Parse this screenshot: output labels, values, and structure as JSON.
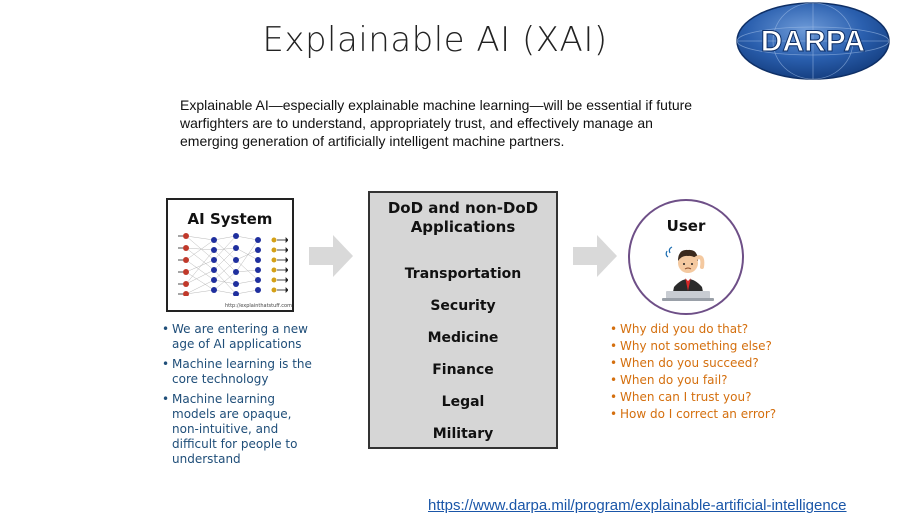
{
  "slide": {
    "title": "Explainable AI (XAI)",
    "logo_text": "DARPA",
    "intro": "Explainable AI—especially explainable machine learning—will be essential if future warfighters are to understand, appropriately trust, and effectively manage an emerging generation of artificially intelligent machine partners.",
    "link": "https://www.darpa.mil/program/explainable-artificial-intelligence"
  },
  "ai_system": {
    "title": "AI System",
    "credit": "http://explainthatstuff.com",
    "bullets": [
      "We are entering a new age of AI applications",
      "Machine learning is the core technology",
      "Machine learning models are opaque, non-intuitive, and difficult for people to understand"
    ]
  },
  "applications": {
    "title_line1": "DoD and non-DoD",
    "title_line2": "Applications",
    "items": [
      "Transportation",
      "Security",
      "Medicine",
      "Finance",
      "Legal",
      "Military"
    ]
  },
  "user": {
    "title": "User",
    "questions": [
      "Why did you do that?",
      "Why not something else?",
      "When do you succeed?",
      "When do you fail?",
      "When can I trust you?",
      "How do I correct an error?"
    ]
  },
  "colors": {
    "left_bullets": "#1f4e79",
    "right_bullets": "#d46f0e",
    "arrow": "#d9d9d9",
    "apps_fill": "#d6d6d6",
    "user_circle": "#6e4f87",
    "logo_blue": "#1d4f9c"
  }
}
